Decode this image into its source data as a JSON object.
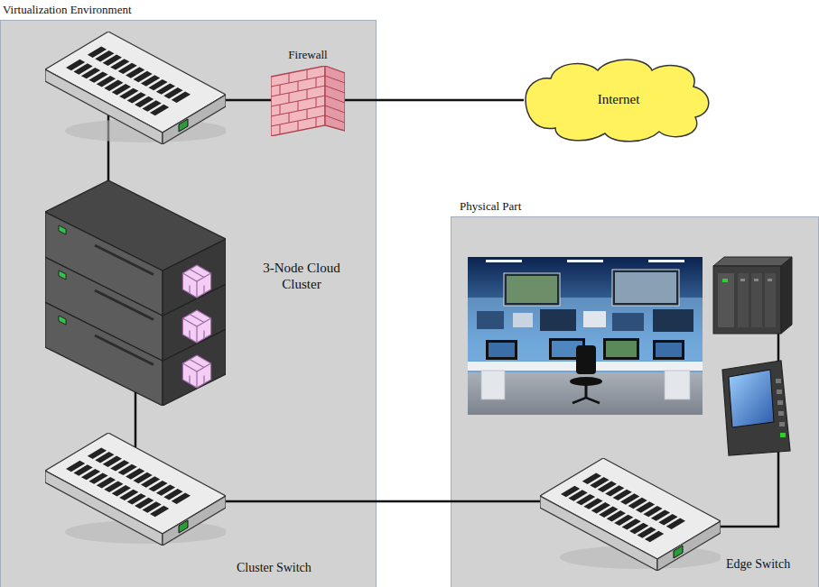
{
  "diagram": {
    "nodes": [
      {
        "text": [
          "Virtualization Environment"
        ]
      },
      {
        "text": [
          "Firewall"
        ],
        "in": 0
      },
      {
        "text": [
          "Internet"
        ]
      },
      {
        "text": [
          "3-Node Cloud Cluster"
        ],
        "in": 0
      },
      {
        "text": [
          "Cluster Switch"
        ],
        "in": 0
      },
      {
        "text": [
          "Physical Part"
        ]
      },
      {
        "text": [
          "Edge Switch"
        ],
        "in": 5
      }
    ],
    "edges": [
      {
        "from": 1,
        "to": 2,
        "arrow": "none"
      },
      {
        "from": 3,
        "to": 4,
        "arrow": "none"
      },
      {
        "from": 4,
        "to": 6,
        "arrow": "none"
      }
    ]
  }
}
